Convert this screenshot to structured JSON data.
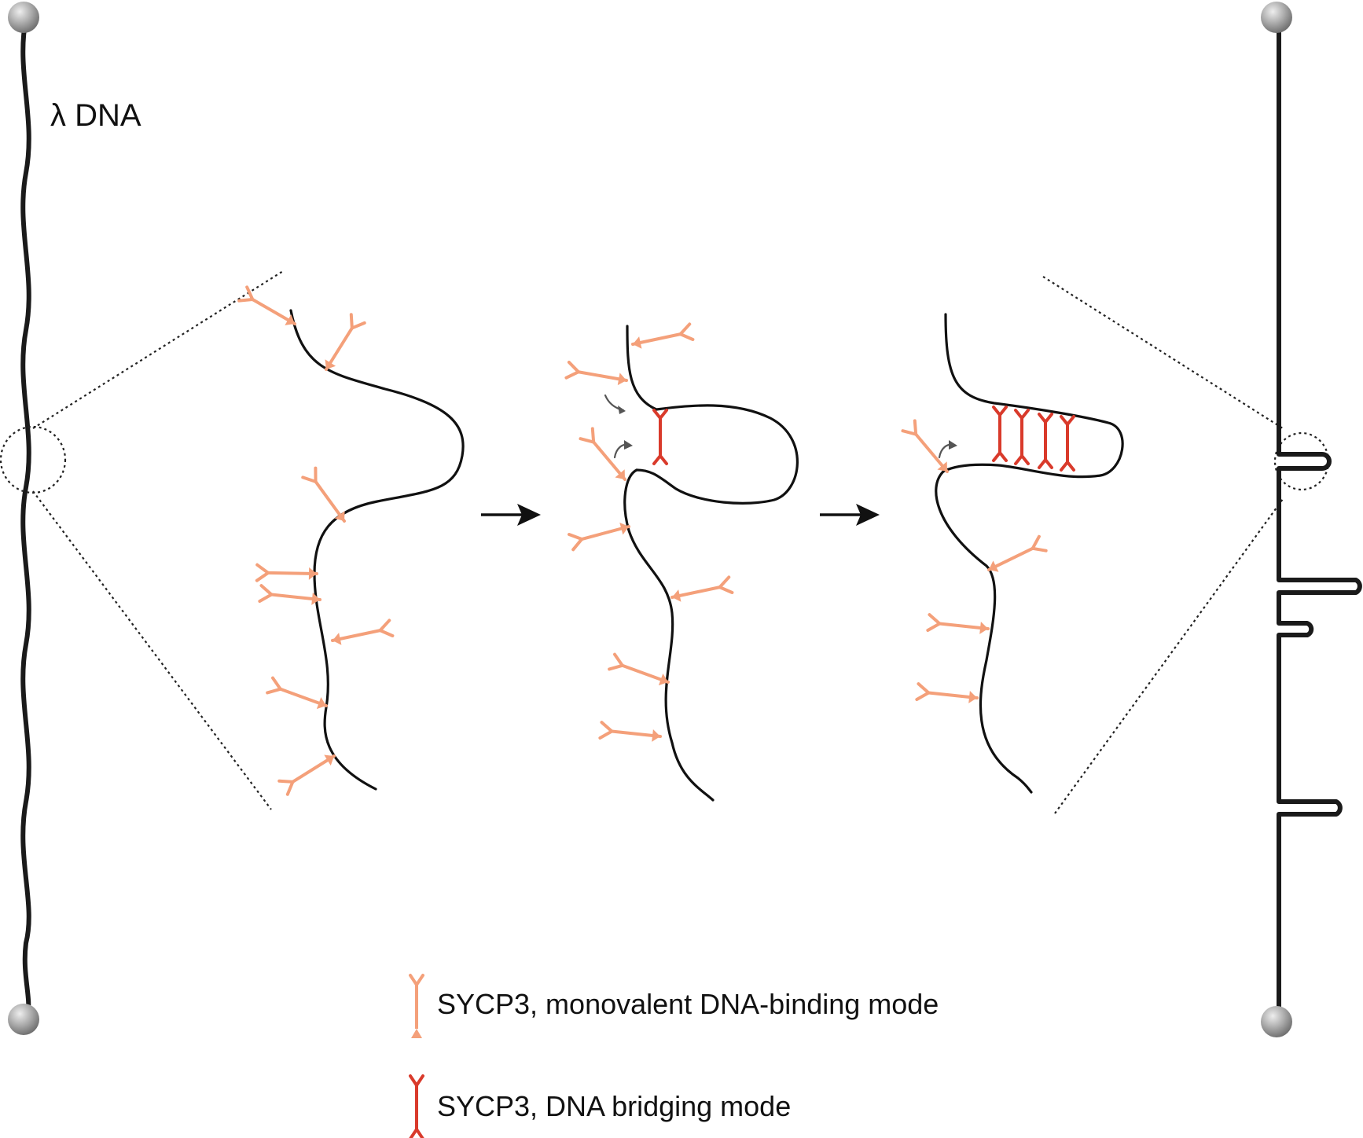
{
  "labels": {
    "dna_label": "λ DNA"
  },
  "legend": [
    {
      "text": "SYCP3, monovalent DNA-binding mode",
      "mode": "monovalent",
      "color": "#f4a07a"
    },
    {
      "text": "SYCP3, DNA bridging mode",
      "mode": "bridging",
      "color": "#d93a2b"
    }
  ],
  "colors": {
    "dna": "#111111",
    "monovalent": "#f4a07a",
    "bridging": "#d93a2b",
    "bead_light": "#d8d8d8",
    "bead_dark": "#7a7a7a",
    "zoom_outline": "#222222",
    "arrow": "#111111"
  },
  "icons": [
    "bead-icon",
    "arrow-right-icon",
    "rotation-arrow-icon",
    "sycp3-monovalent-icon",
    "sycp3-bridging-icon"
  ]
}
